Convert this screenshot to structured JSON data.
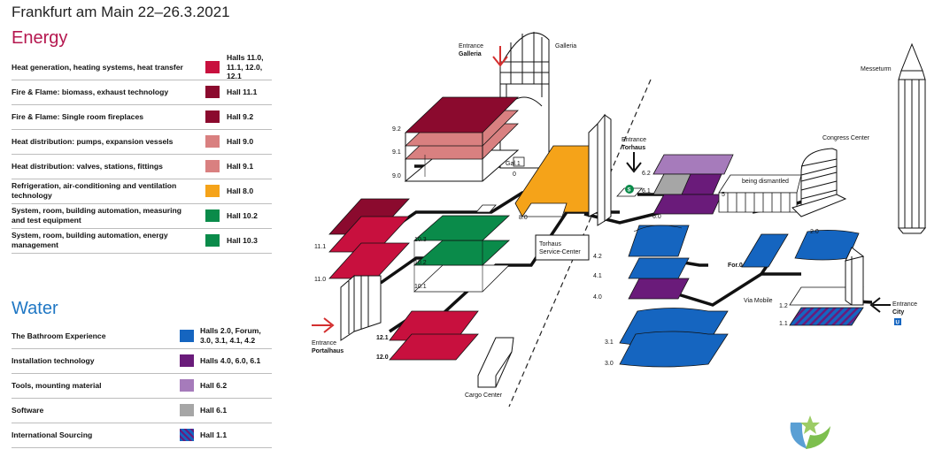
{
  "header": {
    "title": "Frankfurt am Main 22–26.3.2021"
  },
  "energy": {
    "title": "Energy",
    "color": "#b5174f",
    "rows": [
      {
        "label": "Heat generation, heating systems, heat transfer",
        "hall": "Halls 11.0, 11.1, 12.0, 12.1",
        "color": "#c8103e"
      },
      {
        "label": "Fire & Flame: biomass, exhaust technology",
        "hall": "Hall 11.1",
        "color": "#8b0a2e"
      },
      {
        "label": "Fire & Flame: Single room fireplaces",
        "hall": "Hall 9.2",
        "color": "#8b0a2e"
      },
      {
        "label": "Heat distribution: pumps, expansion vessels",
        "hall": "Hall 9.0",
        "color": "#d98080"
      },
      {
        "label": "Heat distribution: valves, stations, fittings",
        "hall": "Hall 9.1",
        "color": "#d98080"
      },
      {
        "label": "Refrigeration, air-conditioning and ventilation technology",
        "hall": "Hall 8.0",
        "color": "#f5a319"
      },
      {
        "label": "System, room, building automation, measuring and test equipment",
        "hall": "Hall 10.2",
        "color": "#0a8b4a"
      },
      {
        "label": "System, room, building automation, energy management",
        "hall": "Hall 10.3",
        "color": "#0a8b4a"
      }
    ]
  },
  "water": {
    "title": "Water",
    "color": "#1f77c4",
    "rows": [
      {
        "label": "The Bathroom Experience",
        "hall": "Halls 2.0, Forum, 3.0, 3.1, 4.1, 4.2",
        "color": "#1565c0"
      },
      {
        "label": "Installation technology",
        "hall": "Halls 4.0, 6.0, 6.1",
        "color": "#6a1b7a"
      },
      {
        "label": "Tools, mounting material",
        "hall": "Hall 6.2",
        "color": "#a67bbb"
      },
      {
        "label": "Software",
        "hall": "Hall 6.1",
        "color": "#a6a6a6"
      },
      {
        "label": "International Sourcing",
        "hall": "Hall 1.1",
        "color": "#1565c0",
        "pattern": "stripes"
      }
    ]
  },
  "map": {
    "labels": {
      "galleria": "Galleria",
      "entrance_galleria_1": "Entrance",
      "entrance_galleria_2": "Galleria",
      "messeturm": "Messeturm",
      "congress": "Congress Center",
      "entrance_torhaus_1": "Entrance",
      "entrance_torhaus_2": "Torhaus",
      "torhaus_sc_1": "Torhaus",
      "torhaus_sc_2": "Service-Center",
      "entrance_portal_1": "Entrance",
      "entrance_portal_2": "Portalhaus",
      "cargo": "Cargo Center",
      "via_mobile": "Via Mobile",
      "dismantled": "being dismantled",
      "entrance_city_1": "Entrance",
      "entrance_city_2": "City",
      "s_badge": "S",
      "u_badge": "U"
    },
    "halls": {
      "h92": "9.2",
      "h91": "9.1",
      "h90": "9.0",
      "gal1": "Gal.1",
      "gal0": "0",
      "h111": "11.1",
      "h110": "11.0",
      "h103": "10.3",
      "h102": "10.2",
      "h101": "10.1",
      "h80": "8.0",
      "h62": "6.2",
      "h61": "6.1",
      "h60": "6.0",
      "h5": "5",
      "h42": "4.2",
      "h41": "4.1",
      "h40": "4.0",
      "h31": "3.1",
      "h30": "3.0",
      "h121": "12.1",
      "h120": "12.0",
      "h20": "2.0",
      "forum": "For.0",
      "h12": "1.2",
      "h11": "1.1"
    }
  }
}
